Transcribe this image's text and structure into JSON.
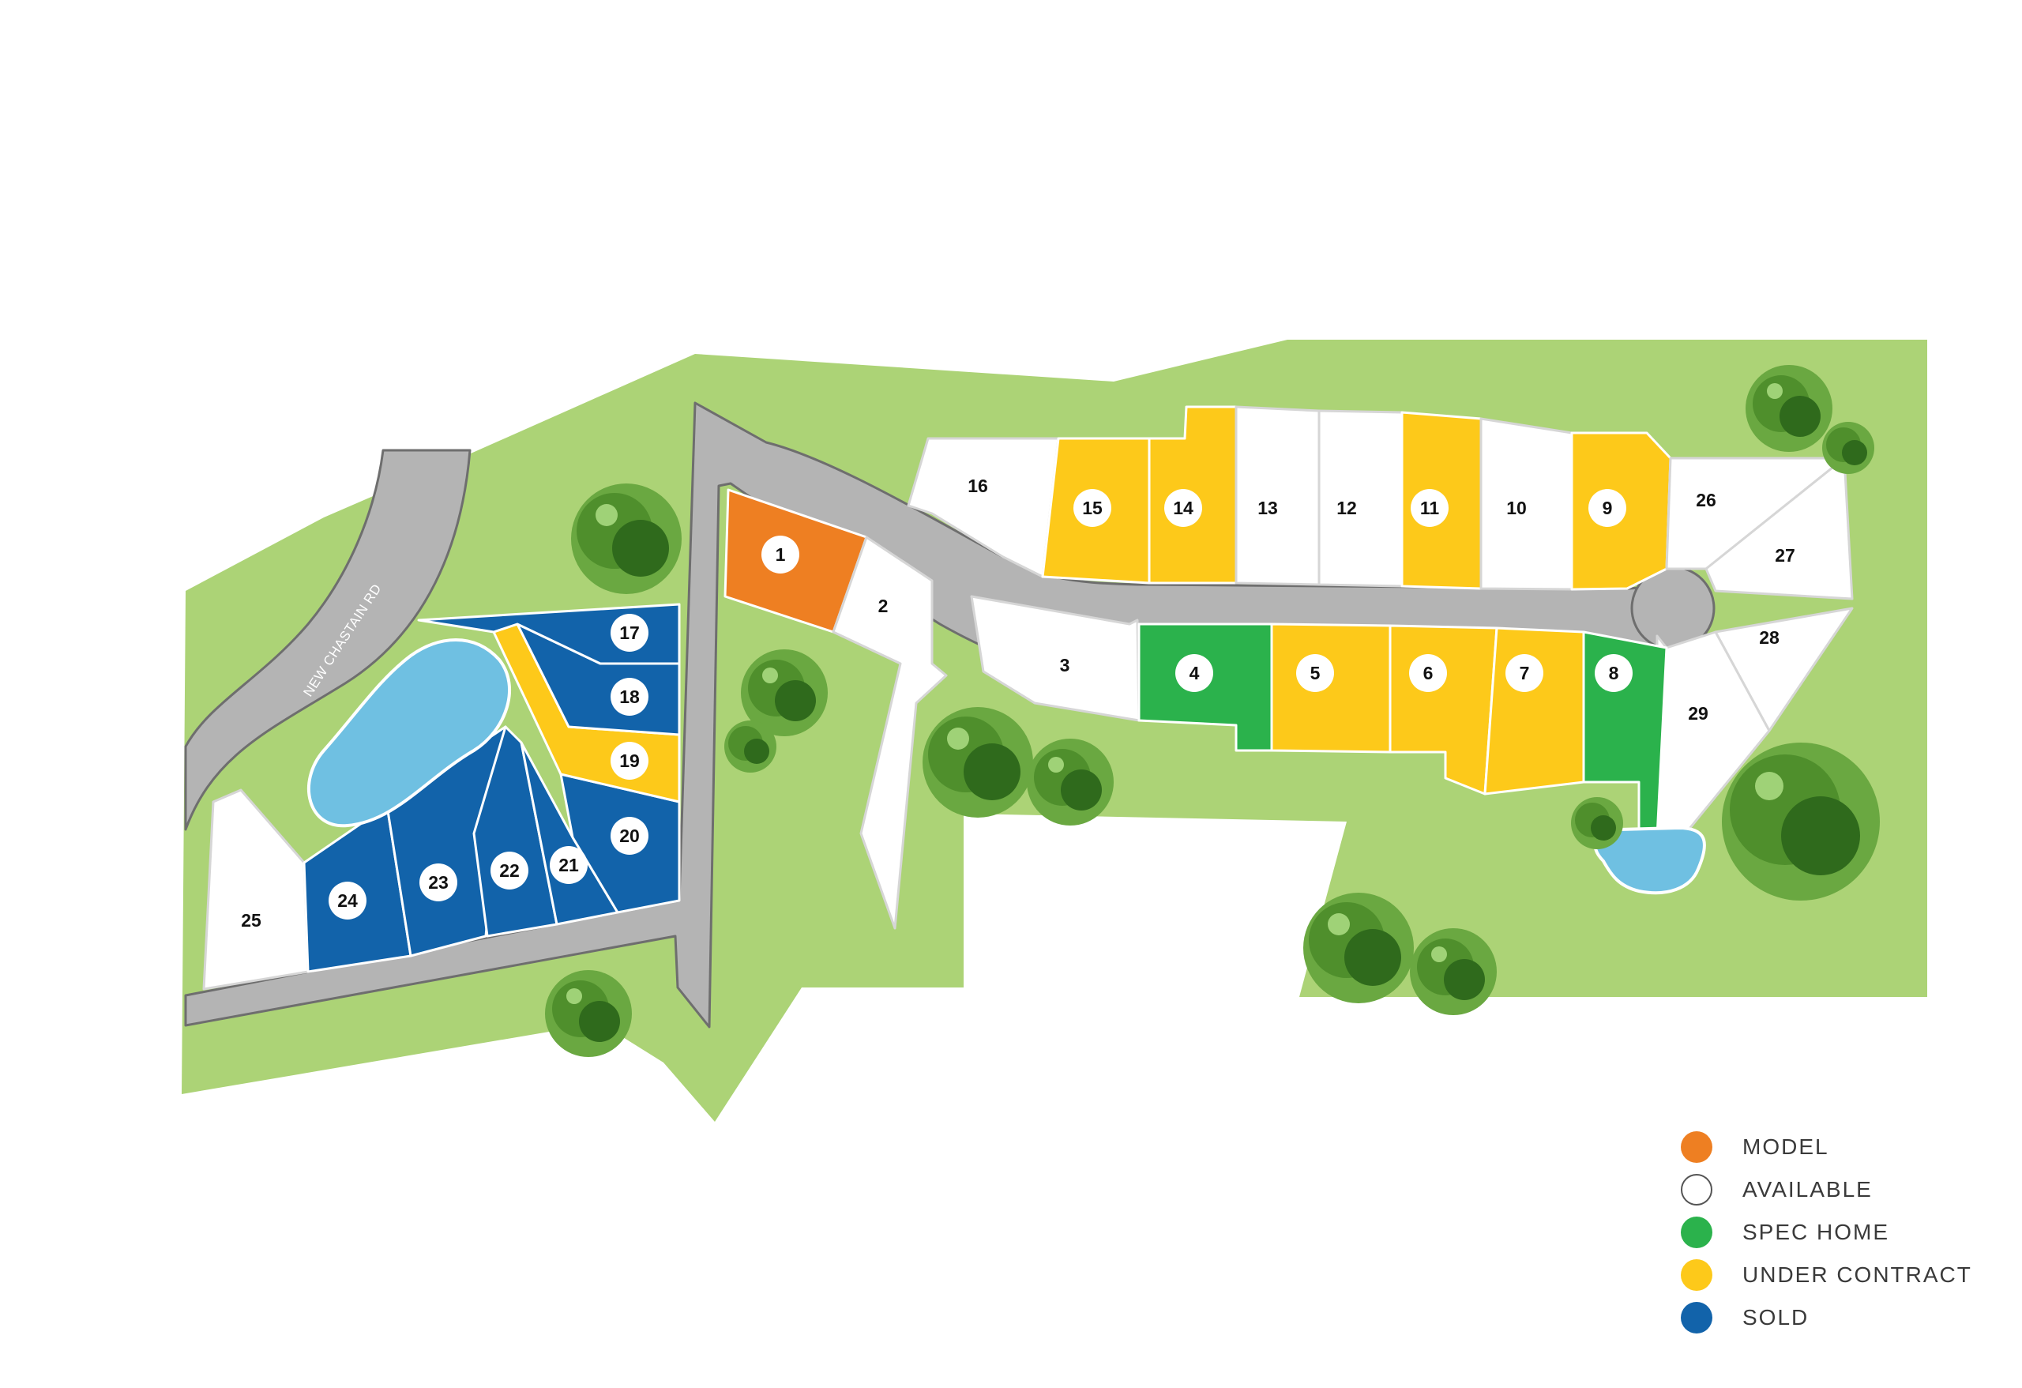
{
  "map": {
    "road_label": "NEW CHASTAIN RD",
    "colors": {
      "grass": "#acd376",
      "road": "#b4b4b4",
      "road_edge": "#6e6e6e",
      "pond": "#6fc0e2",
      "model": "#ee7f22",
      "available": "#ffffff",
      "spec_home": "#2bb24c",
      "under_contract": "#fdc91a",
      "sold": "#1263aa"
    },
    "lots": [
      {
        "number": "1",
        "status": "model",
        "badge": true
      },
      {
        "number": "2",
        "status": "available",
        "badge": false
      },
      {
        "number": "3",
        "status": "available",
        "badge": false
      },
      {
        "number": "4",
        "status": "spec_home",
        "badge": true
      },
      {
        "number": "5",
        "status": "under_contract",
        "badge": true
      },
      {
        "number": "6",
        "status": "under_contract",
        "badge": true
      },
      {
        "number": "7",
        "status": "under_contract",
        "badge": true
      },
      {
        "number": "8",
        "status": "spec_home",
        "badge": true
      },
      {
        "number": "9",
        "status": "under_contract",
        "badge": true
      },
      {
        "number": "10",
        "status": "available",
        "badge": false
      },
      {
        "number": "11",
        "status": "under_contract",
        "badge": true
      },
      {
        "number": "12",
        "status": "available",
        "badge": false
      },
      {
        "number": "13",
        "status": "available",
        "badge": false
      },
      {
        "number": "14",
        "status": "under_contract",
        "badge": true
      },
      {
        "number": "15",
        "status": "under_contract",
        "badge": true
      },
      {
        "number": "16",
        "status": "available",
        "badge": false
      },
      {
        "number": "17",
        "status": "sold",
        "badge": true
      },
      {
        "number": "18",
        "status": "sold",
        "badge": true
      },
      {
        "number": "19",
        "status": "under_contract",
        "badge": true
      },
      {
        "number": "20",
        "status": "sold",
        "badge": true
      },
      {
        "number": "21",
        "status": "sold",
        "badge": true
      },
      {
        "number": "22",
        "status": "sold",
        "badge": true
      },
      {
        "number": "23",
        "status": "sold",
        "badge": true
      },
      {
        "number": "24",
        "status": "sold",
        "badge": true
      },
      {
        "number": "25",
        "status": "available",
        "badge": false
      },
      {
        "number": "26",
        "status": "available",
        "badge": false
      },
      {
        "number": "27",
        "status": "available",
        "badge": false
      },
      {
        "number": "28",
        "status": "available",
        "badge": false
      },
      {
        "number": "29",
        "status": "available",
        "badge": false
      }
    ]
  },
  "legend": [
    {
      "label": "MODEL",
      "color": "#ee7f22"
    },
    {
      "label": "AVAILABLE",
      "color": "#ffffff"
    },
    {
      "label": "SPEC HOME",
      "color": "#2bb24c"
    },
    {
      "label": "UNDER CONTRACT",
      "color": "#fdc91a"
    },
    {
      "label": "SOLD",
      "color": "#1263aa"
    }
  ]
}
